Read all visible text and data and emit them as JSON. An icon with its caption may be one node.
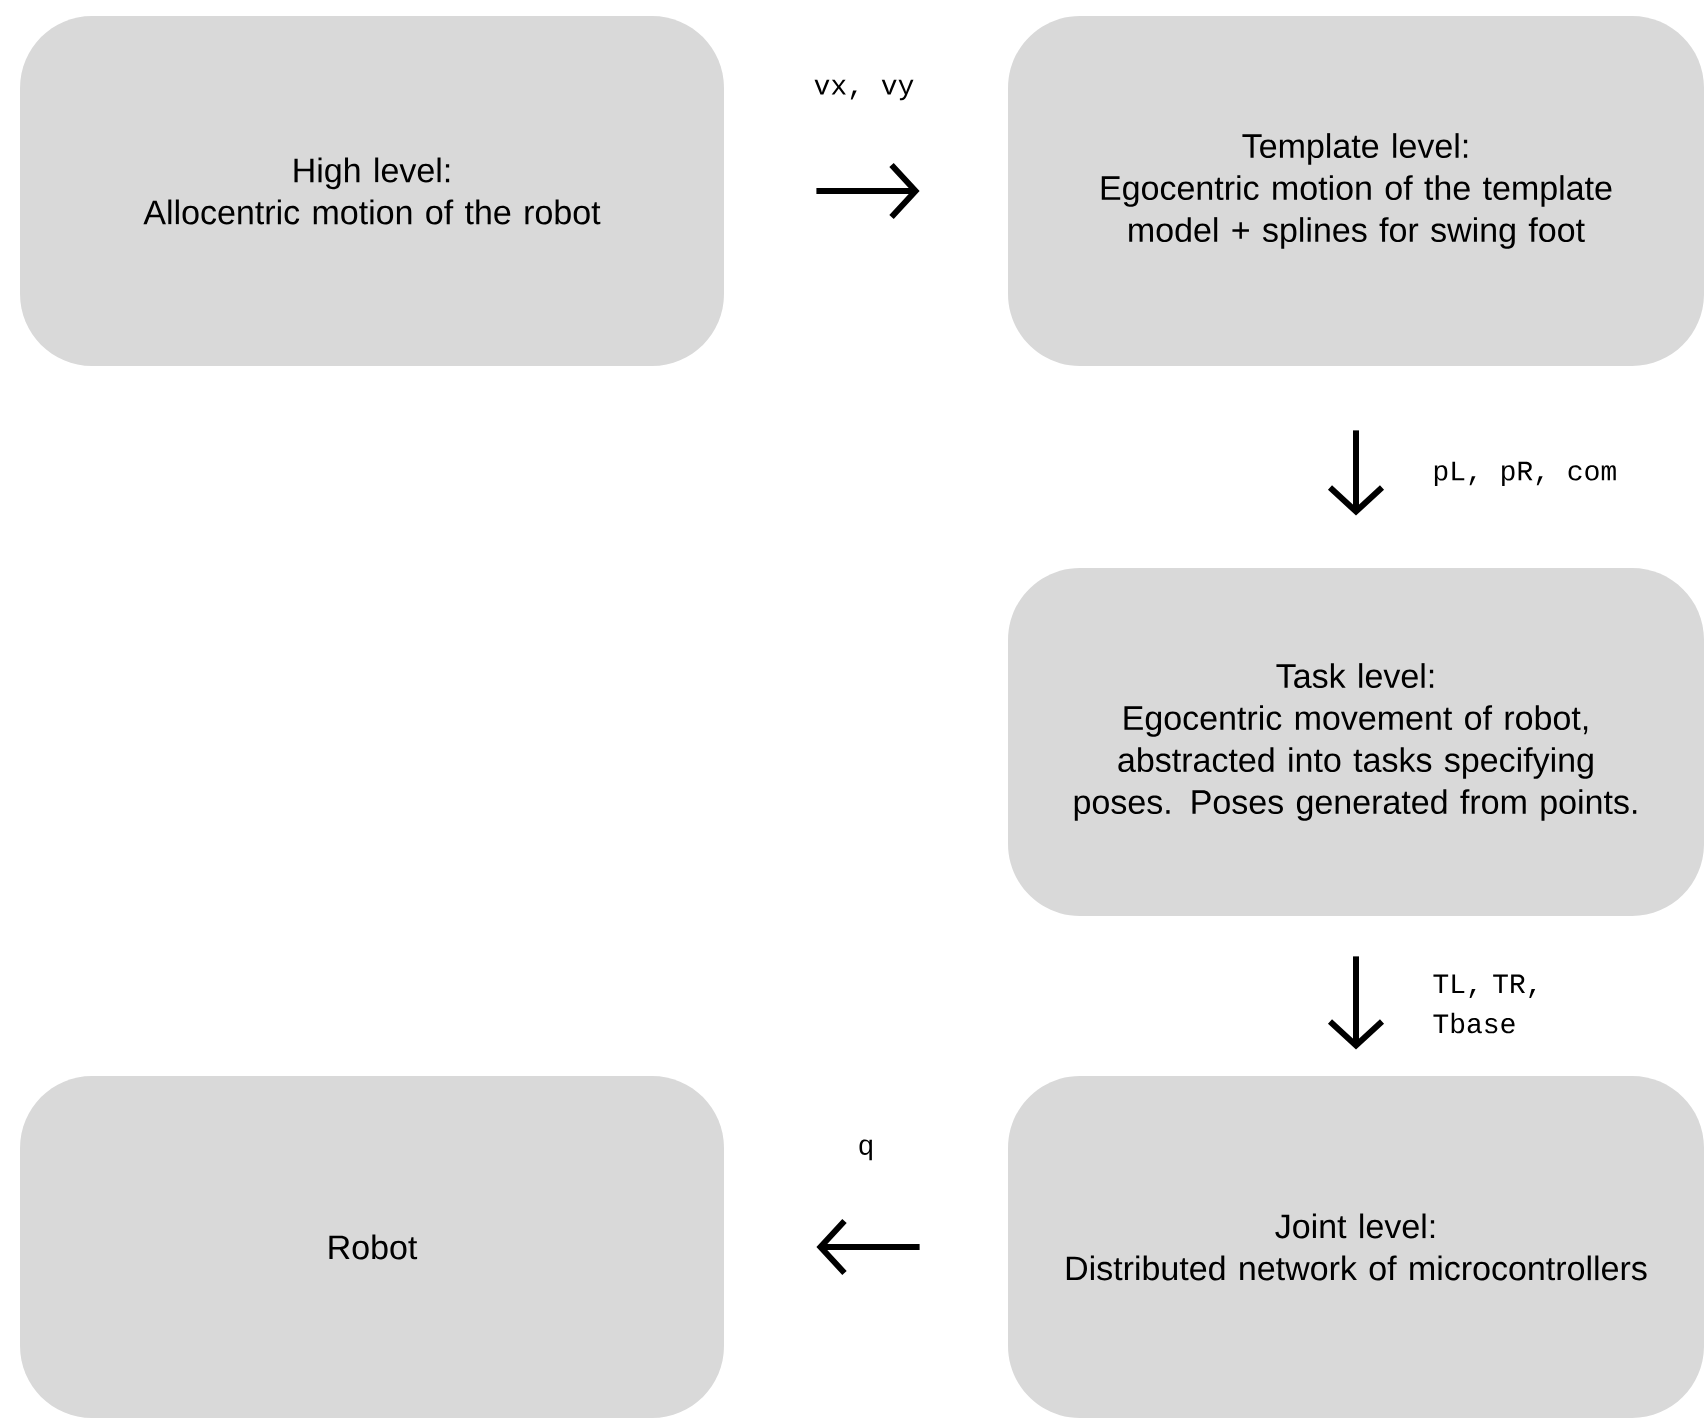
{
  "diagram": {
    "nodes": [
      {
        "text": [
          "High level:",
          "Allocentric motion of the robot"
        ]
      },
      {
        "text": [
          "Template level:",
          "Egocentric motion of the template model + splines for swing foot"
        ]
      },
      {
        "text": [
          "Task level:",
          "Egocentric movement of robot, abstracted into tasks specifying poses. Poses generated from points."
        ]
      },
      {
        "text": [
          "Joint level:",
          "Distributed network of microcontrollers"
        ]
      },
      {
        "text": [
          "Robot"
        ]
      }
    ],
    "edges": [
      {
        "from": 0,
        "to": 1,
        "arrow": "to",
        "label": "vx, vy"
      },
      {
        "from": 1,
        "to": 2,
        "arrow": "to",
        "label": "pL, pR, com"
      },
      {
        "from": 2,
        "to": 3,
        "arrow": "to",
        "label": "TL, TR, Tbase"
      },
      {
        "from": 3,
        "to": 4,
        "arrow": "to",
        "label": "q"
      }
    ]
  }
}
